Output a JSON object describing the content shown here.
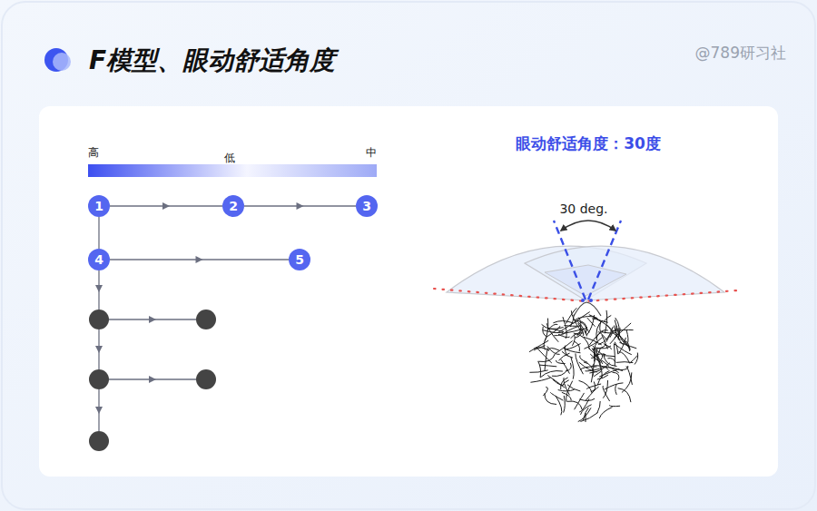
{
  "diagram": {
    "title": "F模型、眼动舒适角度",
    "nodes": [
      {
        "text": [
          "1"
        ]
      },
      {
        "text": [
          "2"
        ]
      },
      {
        "text": [
          "3"
        ]
      },
      {
        "text": [
          "4"
        ]
      },
      {
        "text": [
          "5"
        ]
      }
    ],
    "edges": [
      {
        "from": 0,
        "to": 1,
        "arrow": "to"
      },
      {
        "from": 1,
        "to": 2,
        "arrow": "to"
      },
      {
        "from": 0,
        "to": 3,
        "arrow": "none"
      },
      {
        "from": 3,
        "to": 4,
        "arrow": "to"
      }
    ],
    "labels": [
      "@789研习社",
      "高",
      "低",
      "中",
      "眼动舒适角度：30度",
      "30 deg."
    ]
  }
}
